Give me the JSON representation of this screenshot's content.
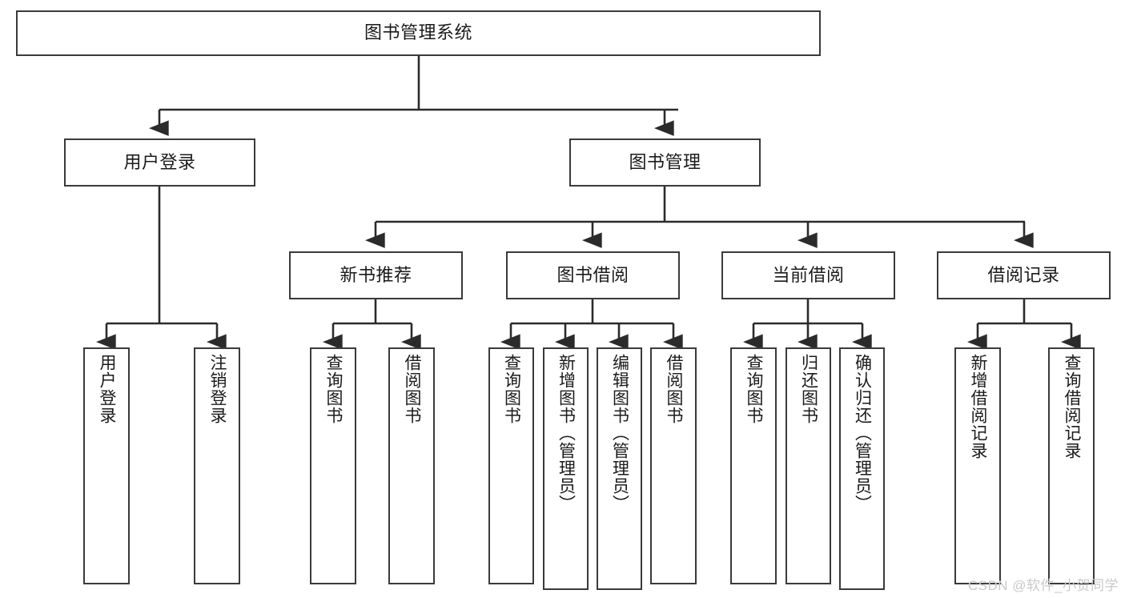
{
  "diagram": {
    "title": "图书管理系统",
    "type": "tree",
    "orientation": "top-down",
    "style": {
      "box_border_color": "#3a3a3a",
      "box_fill_color": "#ffffff",
      "connector_color": "#2b2b2b",
      "text_color": "#1b1b1b",
      "background_color": "#ffffff"
    },
    "root": {
      "id": "root",
      "label": "图书管理系统"
    },
    "level1": [
      {
        "id": "user-login",
        "label": "用户登录"
      },
      {
        "id": "book-management",
        "label": "图书管理"
      }
    ],
    "level2": [
      {
        "id": "new-book-recommend",
        "label": "新书推荐",
        "parent": "book-management"
      },
      {
        "id": "book-borrow",
        "label": "图书借阅",
        "parent": "book-management"
      },
      {
        "id": "current-borrow",
        "label": "当前借阅",
        "parent": "book-management"
      },
      {
        "id": "borrow-record",
        "label": "借阅记录",
        "parent": "book-management"
      }
    ],
    "leaves": {
      "user_login": [
        {
          "id": "leaf-user-login",
          "label": "用户登录"
        },
        {
          "id": "leaf-user-logout",
          "label": "注销登录"
        }
      ],
      "new_book_recommend": [
        {
          "id": "leaf-query-book-1",
          "label": "查询图书"
        },
        {
          "id": "leaf-borrow-book-1",
          "label": "借阅图书"
        }
      ],
      "book_borrow": [
        {
          "id": "leaf-query-book-2",
          "label": "查询图书"
        },
        {
          "id": "leaf-add-book",
          "label": "新增图书（管理员）"
        },
        {
          "id": "leaf-edit-book",
          "label": "编辑图书（管理员）"
        },
        {
          "id": "leaf-borrow-book-2",
          "label": "借阅图书"
        }
      ],
      "current_borrow": [
        {
          "id": "leaf-query-book-3",
          "label": "查询图书"
        },
        {
          "id": "leaf-return-book",
          "label": "归还图书"
        },
        {
          "id": "leaf-confirm-return",
          "label": "确认归还（管理员）"
        }
      ],
      "borrow_record": [
        {
          "id": "leaf-add-record",
          "label": "新增借阅记录"
        },
        {
          "id": "leaf-query-record",
          "label": "查询借阅记录"
        }
      ]
    }
  },
  "watermark": {
    "text": "CSDN @软件_小贺同学"
  }
}
